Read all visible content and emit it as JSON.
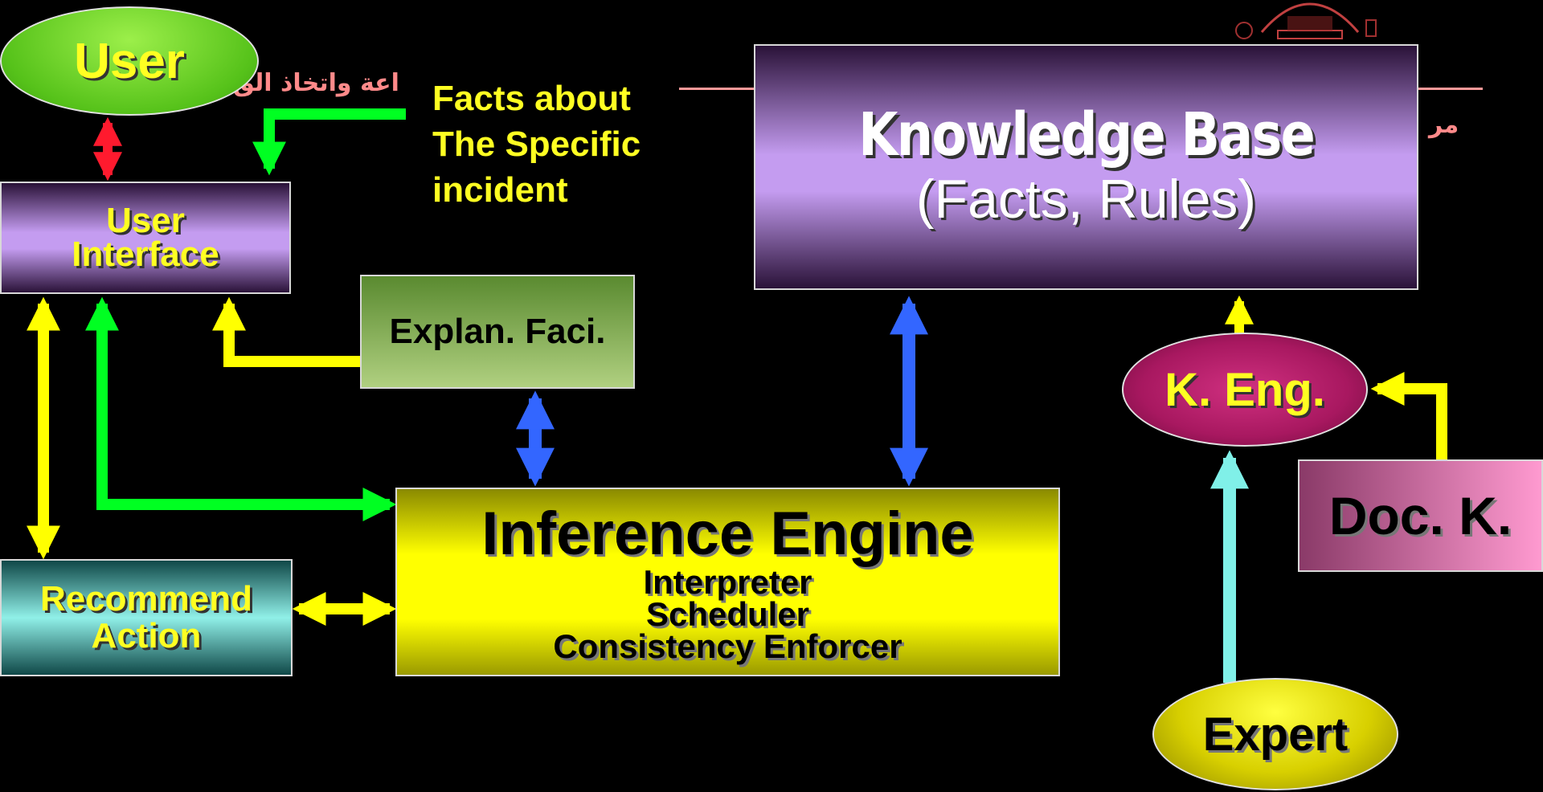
{
  "nodes": {
    "user": "User",
    "user_interface": [
      "User",
      "Interface"
    ],
    "facts_note": [
      "Facts about",
      "The Specific",
      "incident"
    ],
    "knowledge_base": {
      "title": "Knowledge Base",
      "subtitle": "(Facts, Rules)"
    },
    "explanation": "Explan. Faci.",
    "inference_engine": {
      "title": "Inference Engine",
      "lines": [
        "Interpreter",
        "Scheduler",
        "Consistency Enforcer"
      ]
    },
    "recommend_action": [
      "Recommend",
      "Action"
    ],
    "k_eng": "K. Eng.",
    "doc_k": "Doc. K.",
    "expert": "Expert"
  },
  "background_text": {
    "arabic_left": "اعة واتخاذ الق",
    "arabic_right": "مر"
  },
  "colors": {
    "background": "#000000",
    "yellow_arrow": "#ffff00",
    "green_arrow": "#00ff22",
    "blue_arrow": "#3366ff",
    "red_arrow": "#ff1a2e",
    "cyan_arrow": "#80f0e8",
    "text_yellow": "#ffff22",
    "arabic_pink": "#ff8a8a",
    "header_line": "#ff9a9a"
  }
}
